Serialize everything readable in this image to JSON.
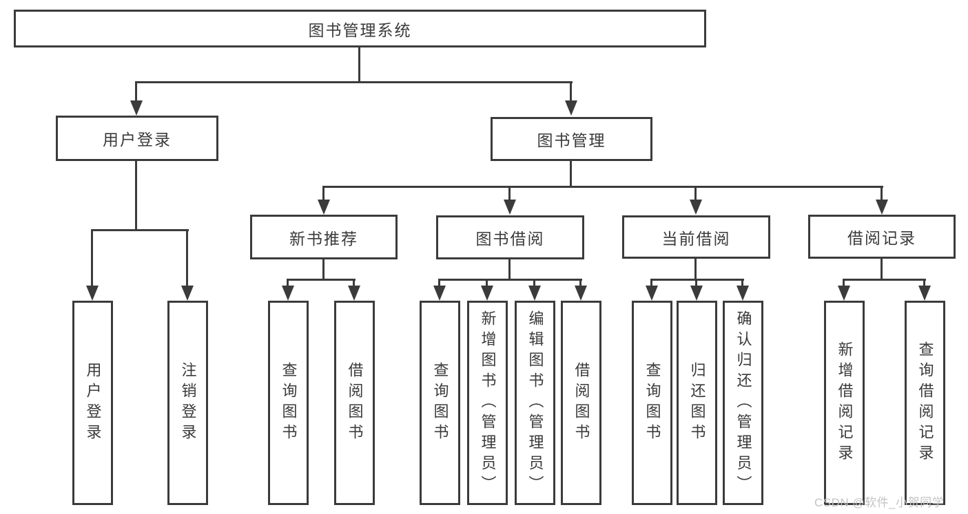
{
  "colors": {
    "line": "#3b3b3b",
    "text": "#3a3a3a",
    "background": "#ffffff",
    "watermark": "#c3c3c3"
  },
  "watermark": "CSDN @软件_小贺同学",
  "nodes": {
    "root": "图书管理系统",
    "user_login": "用户登录",
    "book_management": "图书管理",
    "new_book_recommend": "新书推荐",
    "book_borrow": "图书借阅",
    "current_borrow": "当前借阅",
    "borrow_records": "借阅记录",
    "leaf_user_login": "用户登录",
    "leaf_logout": "注销登录",
    "leaf_nbr_query_book": "查询图书",
    "leaf_nbr_borrow_book": "借阅图书",
    "leaf_bb_query_book": "查询图书",
    "leaf_bb_add_book": "新增图书（管理员）",
    "leaf_bb_edit_book": "编辑图书（管理员）",
    "leaf_bb_borrow_book": "借阅图书",
    "leaf_cb_query_book": "查询图书",
    "leaf_cb_return_book": "归还图书",
    "leaf_cb_confirm_return": "确认归还（管理员）",
    "leaf_br_add_record": "新增借阅记录",
    "leaf_br_query_record": "查询借阅记录"
  }
}
